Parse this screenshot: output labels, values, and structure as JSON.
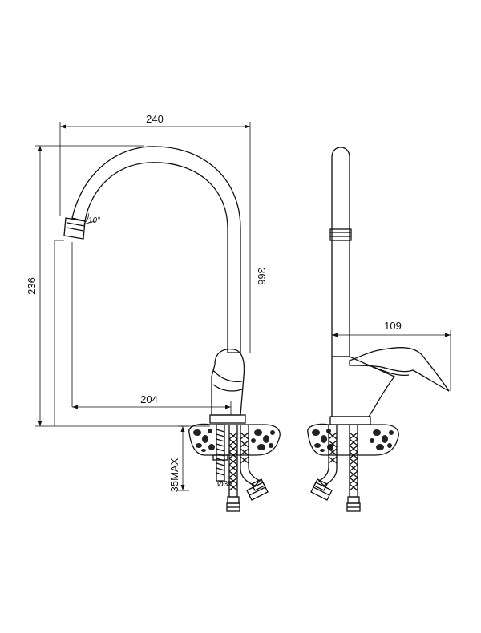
{
  "front_view": {
    "dim_overall_width": "240",
    "dim_total_height": "366",
    "dim_spout_height": "236",
    "dim_reach": "204",
    "dim_spout_angle": "10°",
    "dim_mount_thickness": "35MAX",
    "dim_hole_diameter": "Ø35"
  },
  "side_view": {
    "dim_handle_length": "109"
  },
  "colors": {
    "line": "#111111",
    "background": "#ffffff"
  }
}
